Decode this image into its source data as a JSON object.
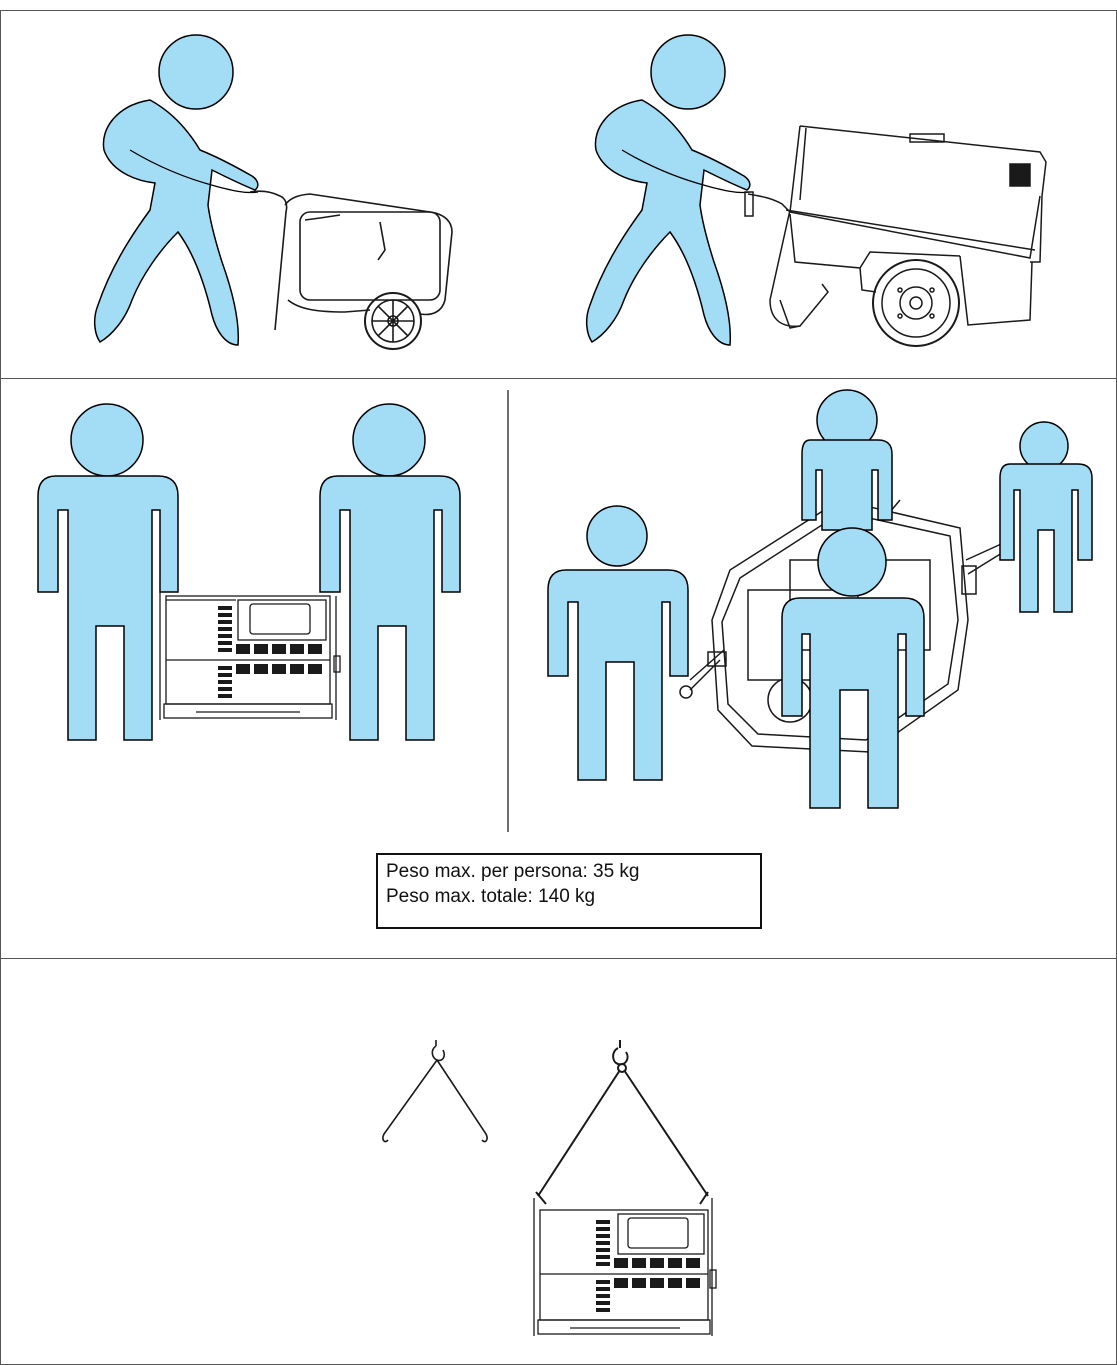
{
  "colors": {
    "figure_fill": "#a3dcf5",
    "figure_stroke": "#000000",
    "drawing_stroke": "#1a1a1a",
    "divider": "#555555"
  },
  "panels": [
    {
      "id": "panel-wheeled-transport"
    },
    {
      "id": "panel-manual-lifting"
    },
    {
      "id": "panel-crane-lifting"
    }
  ],
  "weight_note": {
    "line1": "Peso max. per persona: 35 kg",
    "line2": "Peso max. totale: 140 kg"
  }
}
